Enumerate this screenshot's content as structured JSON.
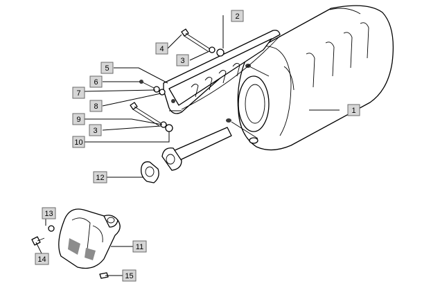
{
  "callouts": [
    {
      "id": "c1",
      "text": "1"
    },
    {
      "id": "c2",
      "text": "2"
    },
    {
      "id": "c3a",
      "text": "3"
    },
    {
      "id": "c3b",
      "text": "3"
    },
    {
      "id": "c4",
      "text": "4"
    },
    {
      "id": "c5",
      "text": "5"
    },
    {
      "id": "c6",
      "text": "6"
    },
    {
      "id": "c7",
      "text": "7"
    },
    {
      "id": "c8",
      "text": "8"
    },
    {
      "id": "c9",
      "text": "9"
    },
    {
      "id": "c10",
      "text": "10"
    },
    {
      "id": "c11",
      "text": "11"
    },
    {
      "id": "c12",
      "text": "12"
    },
    {
      "id": "c13",
      "text": "13"
    },
    {
      "id": "c14",
      "text": "14"
    },
    {
      "id": "c15",
      "text": "15"
    }
  ],
  "colors": {
    "label_fill": "#d6d6d6",
    "label_border": "#6a6a6a",
    "line": "#000000",
    "background": "#ffffff"
  }
}
